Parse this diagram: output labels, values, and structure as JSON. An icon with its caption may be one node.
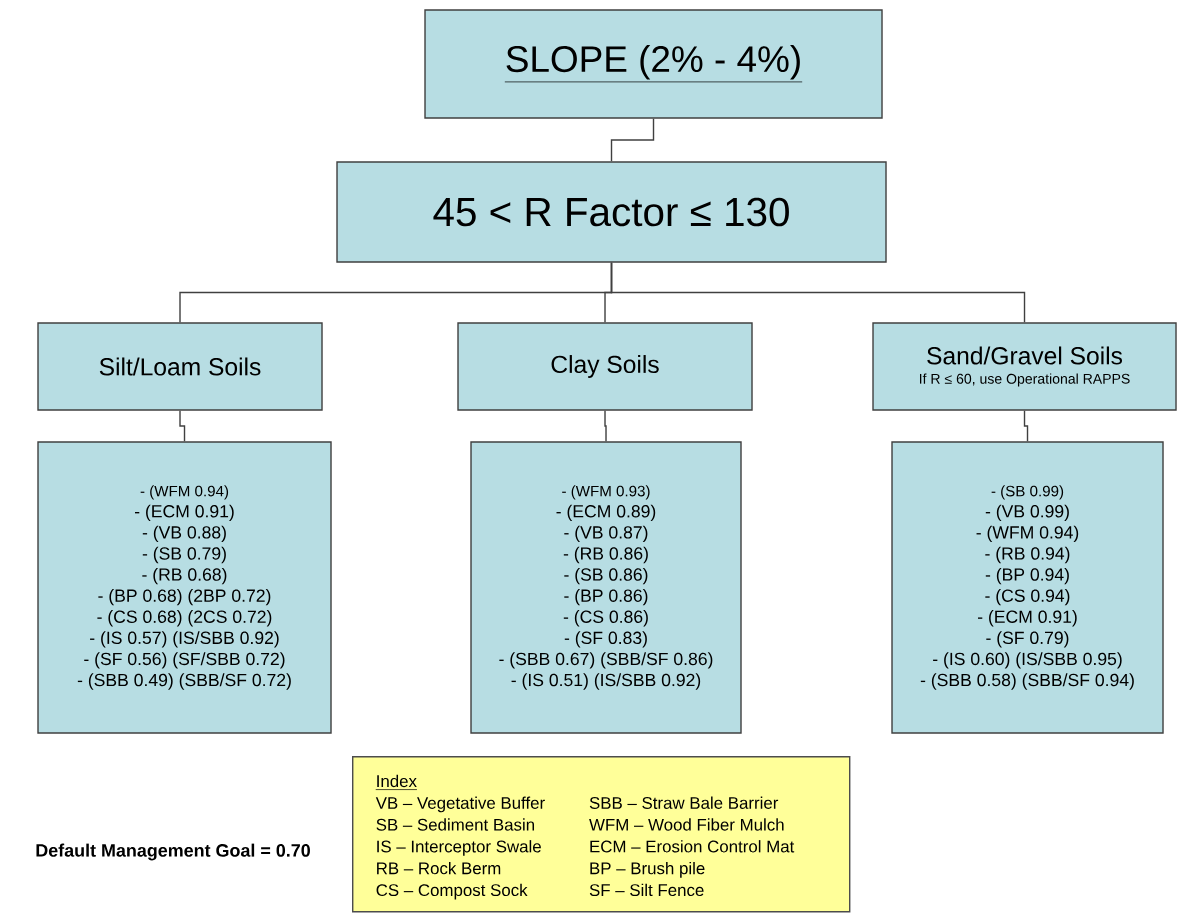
{
  "diagram": {
    "nodes": [
      {
        "text": [
          "SLOPE (2% - 4%)"
        ]
      },
      {
        "text": [
          "45 < R Factor ≤ 130"
        ]
      },
      {
        "text": [
          "Silt/Loam Soils"
        ]
      },
      {
        "text": [
          "Clay Soils"
        ]
      },
      {
        "text": [
          "Sand/Gravel Soils",
          "If R ≤ 60, use Operational RAPPS"
        ]
      },
      {
        "text": [
          "- (WFM 0.94)",
          "- (ECM 0.91)",
          "- (VB 0.88)",
          "- (SB 0.79)",
          "- (RB 0.68)",
          "- (BP 0.68) (2BP 0.72)",
          "- (CS 0.68) (2CS 0.72)",
          "- (IS 0.57) (IS/SBB 0.92)",
          "- (SF 0.56) (SF/SBB 0.72)",
          "- (SBB 0.49) (SBB/SF 0.72)"
        ]
      },
      {
        "text": [
          "- (WFM 0.93)",
          "- (ECM 0.89)",
          "- (VB 0.87)",
          "- (RB 0.86)",
          "- (SB 0.86)",
          "- (BP 0.86)",
          "- (CS 0.86)",
          "- (SF 0.83)",
          "- (SBB 0.67) (SBB/SF 0.86)",
          "- (IS 0.51) (IS/SBB 0.92)"
        ]
      },
      {
        "text": [
          "- (SB 0.99)",
          "- (VB 0.99)",
          "- (WFM 0.94)",
          "- (RB 0.94)",
          "- (BP 0.94)",
          "- (CS 0.94)",
          "- (ECM 0.91)",
          "- (SF 0.79)",
          "- (IS 0.60) (IS/SBB 0.95)",
          "- (SBB 0.58) (SBB/SF 0.94)"
        ]
      },
      {
        "text": [
          "Index",
          "VB – Vegetative Buffer",
          "SB – Sediment Basin",
          "IS – Interceptor Swale",
          "RB – Rock Berm",
          "CS – Compost Sock",
          "SBB – Straw Bale Barrier",
          "WFM – Wood Fiber Mulch",
          "ECM – Erosion Control Mat",
          "BP – Brush pile",
          "SF – Silt Fence"
        ]
      }
    ],
    "edges": [
      {
        "from": 0,
        "to": 1,
        "arrow": "none"
      },
      {
        "from": 1,
        "to": 2,
        "arrow": "none"
      },
      {
        "from": 1,
        "to": 3,
        "arrow": "none"
      },
      {
        "from": 1,
        "to": 4,
        "arrow": "none"
      },
      {
        "from": 2,
        "to": 5,
        "arrow": "none"
      },
      {
        "from": 3,
        "to": 6,
        "arrow": "none"
      },
      {
        "from": 4,
        "to": 7,
        "arrow": "none"
      }
    ],
    "labels": [
      "Default Management Goal = 0.70"
    ]
  }
}
